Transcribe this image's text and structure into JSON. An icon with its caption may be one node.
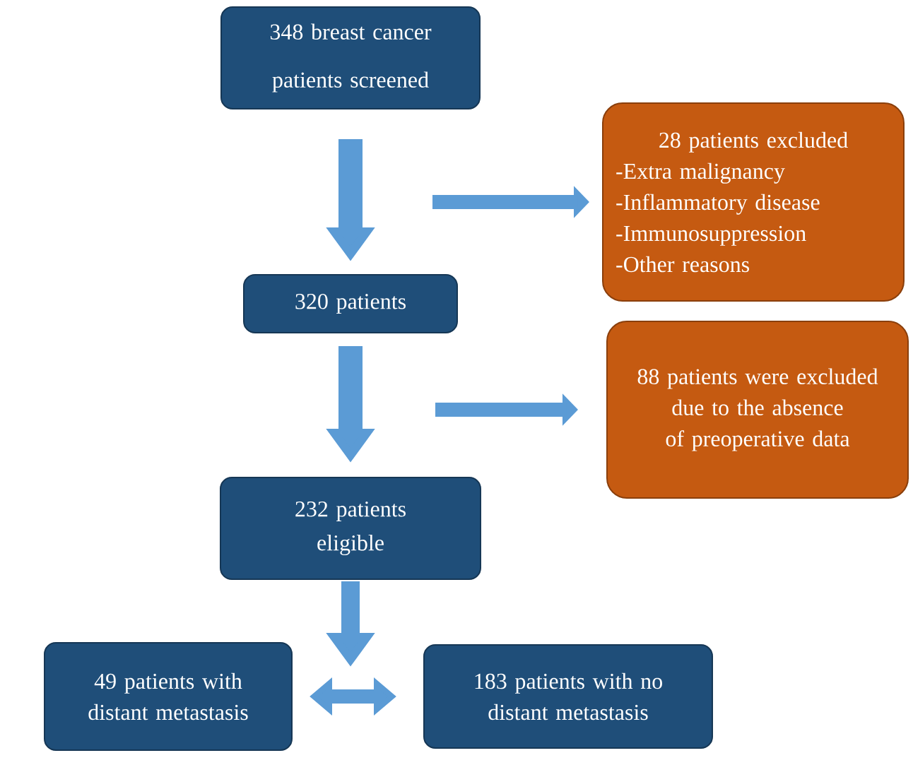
{
  "diagram": {
    "nodes": [
      {
        "text": [
          "348 breast cancer patients screened"
        ]
      },
      {
        "text": [
          "28 patients excluded",
          "-Extra malignancy",
          "-Inflammatory disease",
          "-Immunosuppression",
          "-Other reasons"
        ]
      },
      {
        "text": [
          "320 patients"
        ]
      },
      {
        "text": [
          "88 patients were excluded due to the absence of preoperative data"
        ]
      },
      {
        "text": [
          "232 patients eligible"
        ]
      },
      {
        "text": [
          "49 patients with distant metastasis"
        ]
      },
      {
        "text": [
          "183 patients with no distant metastasis"
        ]
      }
    ],
    "edges": [
      {
        "from": 0,
        "to": 2,
        "arrow": "to"
      },
      {
        "from": null,
        "to": 1,
        "arrow": "to"
      },
      {
        "from": 2,
        "to": 4,
        "arrow": "to"
      },
      {
        "from": null,
        "to": 3,
        "arrow": "to"
      },
      {
        "from": 4,
        "to": null,
        "arrow": "to"
      },
      {
        "from": 5,
        "to": 6,
        "arrow": "both"
      }
    ]
  }
}
